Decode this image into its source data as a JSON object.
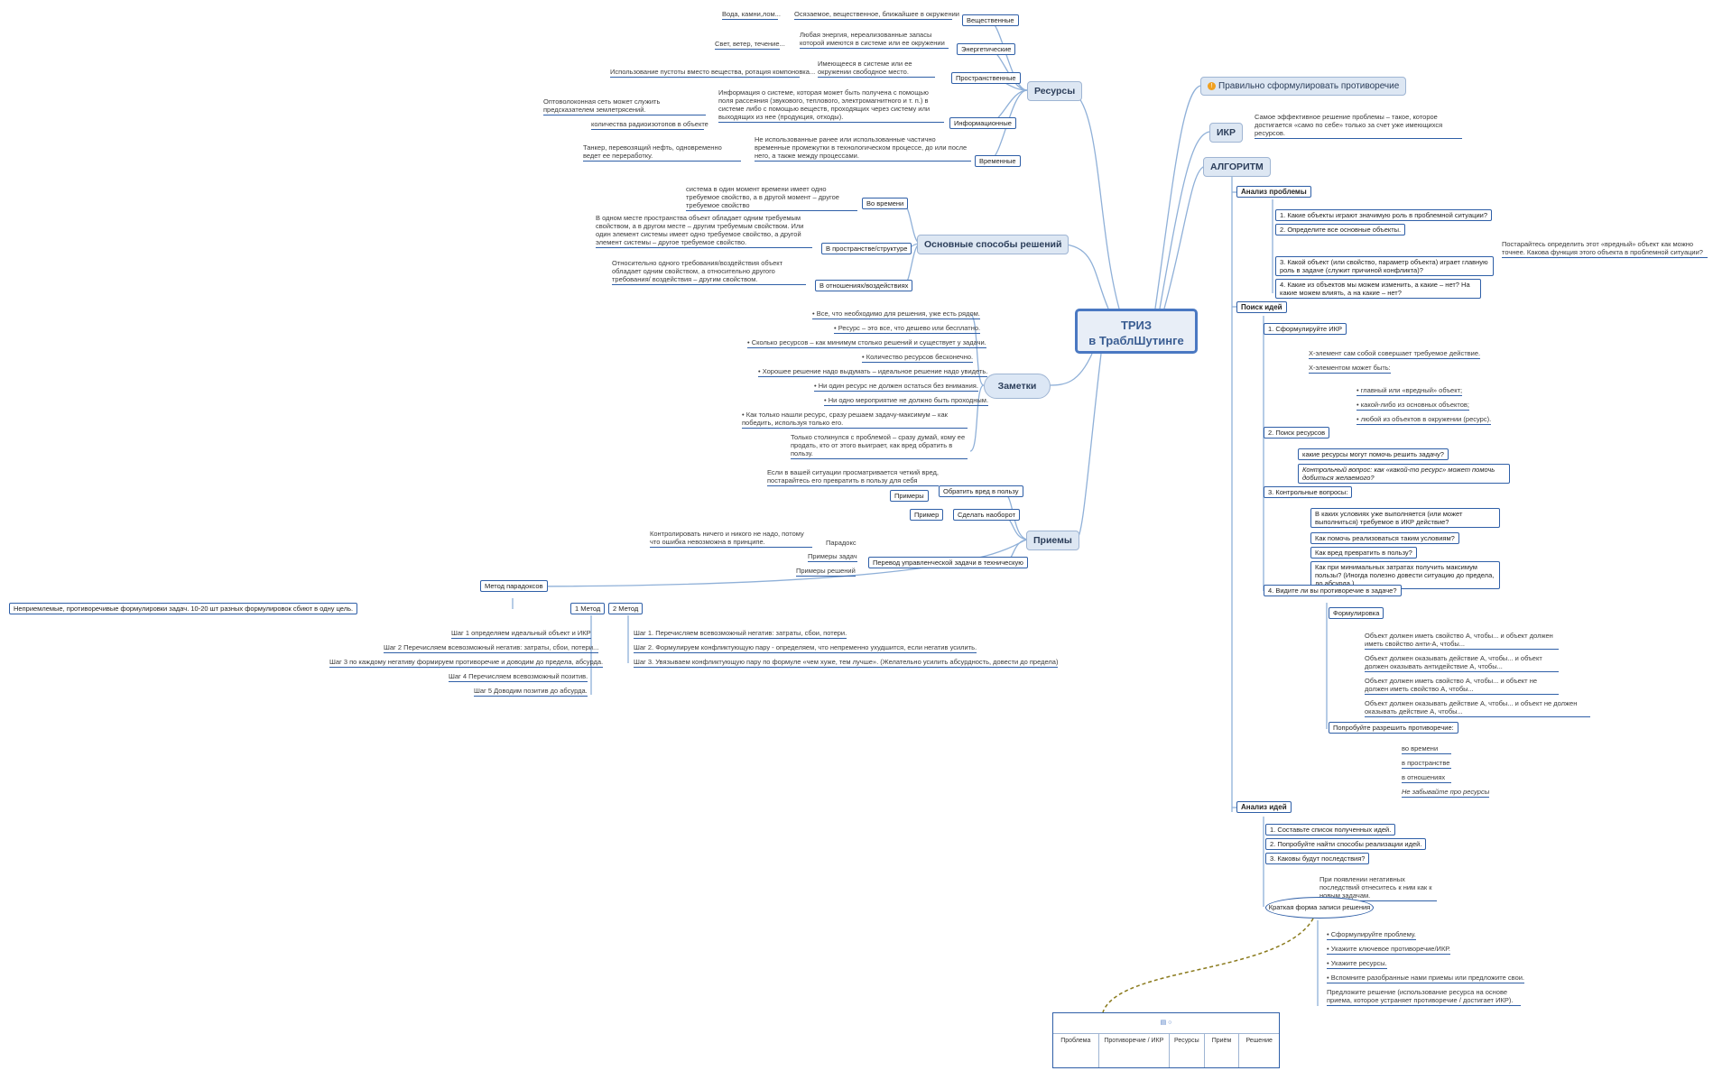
{
  "root": {
    "line1": "ТРИЗ",
    "line2": "в ТраблШутинге"
  },
  "resources": {
    "title": "Ресурсы",
    "items": [
      {
        "label": "Вещественные",
        "desc": "Осязаемое, вещественное, ближайшее в окружении",
        "example": "Вода, камни,лом..."
      },
      {
        "label": "Энергетические",
        "desc": "Любая энергия, нереализованные запасы которой имеются в системе или ее окружении",
        "example": "Свет, ветер, течение..."
      },
      {
        "label": "Пространственные",
        "desc": "Имеющееся в системе или ее окружении свободное место.",
        "example": "Использование пустоты вместо вещества, ротация компоновка..."
      },
      {
        "label": "Информационные",
        "desc": "Информация о системе, которая может быть получена с помощью поля рассеяния (звукового, теплового, электромагнитного и т. п.) в системе либо с помощью веществ, проходящих через систему или выходящих из нее (продукция, отходы).",
        "example": "Оптоволоконная сеть может служить предсказателем землетрясений.",
        "example2": "количества радиоизотопов в объекте"
      },
      {
        "label": "Временные",
        "desc": "Не использованные ранее или использованные частично временные промежутки в технологическом процессе, до или после него, а также между процессами.",
        "example": "Танкер, перевозящий нефть, одновременно ведет ее переработку."
      }
    ]
  },
  "solutions": {
    "title": "Основные способы решений",
    "items": [
      {
        "label": "Во времени",
        "desc": "система в один момент времени имеет одно требуемое свойство, а в другой момент – другое требуемое свойство"
      },
      {
        "label": "В пространстве/структуре",
        "desc": "В одном месте пространства объект обладает одним требуемым свойством, а в другом месте – другим требуемым свойством. Или один элемент системы имеет одно требуемое свойство, а другой элемент системы – другое требуемое свойство."
      },
      {
        "label": "В отношениях/воздействиях",
        "desc": "Относительно одного требования/воздействия объект обладает одним свойством, а относительно другого требования/ воздействия – другим свойством."
      }
    ]
  },
  "notes": {
    "title": "Заметки",
    "items": [
      "• Все, что необходимо для решения, уже есть рядом.",
      "• Ресурс – это все, что дешево или бесплатно.",
      "• Сколько ресурсов – как минимум столько решений и существует у задачи.",
      "• Количество ресурсов бесконечно.",
      "• Хорошее решение надо выдумать – идеальное решение надо увидеть.",
      "• Ни один ресурс не должен остаться без внимания.",
      "• Ни одно мероприятие не должно быть проходным.",
      "• Как только нашли ресурс, сразу решаем задачу-максимум – как победить, используя только его.",
      "Только столкнулся с проблемой – сразу думай, кому ее продать, кто от этого выиграет, как вред обратить в пользу."
    ]
  },
  "techniques": {
    "title": "Приемы",
    "harm": {
      "label": "Обратить вред в пользу",
      "desc": "Если в вашей ситуации просматривается четкий вред, постарайтесь его превратить в пользу для себя",
      "examples": "Примеры"
    },
    "reverse": {
      "label": "Сделать наоборот",
      "example": "Пример"
    },
    "translate": {
      "label": "Перевод управленческой задачи в техническую",
      "paradox": "Парадокс",
      "paradox_desc": "Контролировать ничего и никого не надо, потому что ошибка невозможна в принципе.",
      "task_examples": "Примеры задач",
      "solution_examples": "Примеры решений"
    }
  },
  "paradox_method": {
    "label": "Метод парадоксов",
    "desc": "Неприемлемые, противоречивые формулировки задач. 10-20 шт разных формулировок сбиют в одну цель.",
    "m1": {
      "label": "1 Метод",
      "steps": [
        "Шаг 1 определяем идеальный объект и ИКР",
        "Шаг 2 Перечисляем всевозможный негатив: затраты, сбои, потери...",
        "Шаг 3 по каждому негативу формируем противоречие и доводим до предела, абсурда.",
        "Шаг 4 Перечисляем всевозможный позитив.",
        "Шаг 5 Доводим позитив до абсурда."
      ]
    },
    "m2": {
      "label": "2 Метод",
      "steps": [
        "Шаг 1. Перечисляем всевозможный негатив: затраты, сбои, потери.",
        "Шаг 2. Формулируем конфликтующую пару - определяем, что непременно ухудшится, если негатив усилить.",
        "Шаг 3. Увязываем конфликтующую пару по формуле «чем хуже, тем лучше». (Желательно усилить абсурдность, довести до предела)"
      ]
    }
  },
  "contradiction": {
    "label": "Правильно сформулировать противоречие",
    "icon": "!"
  },
  "ikr": {
    "label": "ИКР",
    "desc": "Самое эффективное решение проблемы – такое, которое достигается «само по себе» только за счет уже имеющихся ресурсов."
  },
  "algorithm": {
    "label": "АЛГОРИТМ",
    "analysis": {
      "label": "Анализ проблемы",
      "items": [
        "1. Какие объекты играют значимую роль в проблемной ситуации?",
        "2. Определите все основные объекты.",
        "3. Какой объект (или свойство, параметр объекта) играет главную роль в задаче (служит причиной конфликта)?",
        "4. Какие из объектов мы можем изменить, а какие – нет? На какие можем влиять, а на какие – нет?"
      ],
      "note": "Постарайтесь определить этот «вредный» объект как можно точнее. Какова функция этого объекта в проблемной ситуации?"
    },
    "search": {
      "label": "Поиск идей",
      "ikr": {
        "label": "1. Сформулируйте ИКР",
        "a": "Х-элемент сам собой совершает требуемое действие.",
        "b": "Х-элементом может быть:",
        "sub": [
          "• главный или «вредный» объект;",
          "• какой-либо из основных объектов;",
          "• любой из объектов в окружении (ресурс)."
        ]
      },
      "res": {
        "label": "2. Поиск ресурсов",
        "a": "какие ресурсы могут помочь решить задачу?",
        "b": "Контрольный вопрос: как «какой-то ресурс» может помочь добиться желаемого?"
      },
      "ctrl": {
        "label": "3. Контрольные вопросы:",
        "items": [
          "В каких условиях уже выполняется (или может выполниться) требуемое в ИКР действие?",
          "Как помочь реализоваться таким условиям?",
          "Как вред превратить в пользу?",
          "Как при минимальных затратах получить максимум пользы? (Иногда полезно довести ситуацию до предела, до абсурда.)"
        ]
      },
      "contra": {
        "label": "4. Видите ли вы противоречие в задаче?",
        "form": "Формулировка",
        "forms": [
          "Объект должен иметь свойство А, чтобы... и объект должен иметь свойство анти-А, чтобы...",
          "Объект должен оказывать действие А, чтобы... и объект должен оказывать антидействие А, чтобы...",
          "Объект должен иметь свойство А, чтобы... и объект не должен иметь свойство А, чтобы...",
          "Объект должен оказывать действие А, чтобы... и объект не должен оказывать действие А, чтобы..."
        ],
        "resolve": "Попробуйте разрешить противоречие:",
        "ways": [
          "во времени",
          "в пространстве",
          "в отношениях",
          "Не забывайте про ресурсы"
        ]
      }
    },
    "ideas": {
      "label": "Анализ идей",
      "items": [
        "1. Составьте список полученных идей.",
        "2. Попробуйте найти способы реализации идей.",
        "3. Каковы будут последствия?"
      ],
      "note": "При появлении негативных последствий отнеситесь к ним как к новым задачам.",
      "brief": "Краткая форма записи решения",
      "brief_items": [
        "• Сформулируйте проблему.",
        "• Укажите ключевое противоречие/ИКР.",
        "• Укажите ресурсы.",
        "• Вспомните разобранные нами приемы или предложите свои.",
        "Предложите решение (использование ресурса на основе приема, которое устраняет противоречие / достигает ИКР)."
      ]
    }
  },
  "table": {
    "columns": [
      "Проблема",
      "Противоречие / ИКР",
      "Ресурсы",
      "Приём",
      "Решение"
    ]
  }
}
